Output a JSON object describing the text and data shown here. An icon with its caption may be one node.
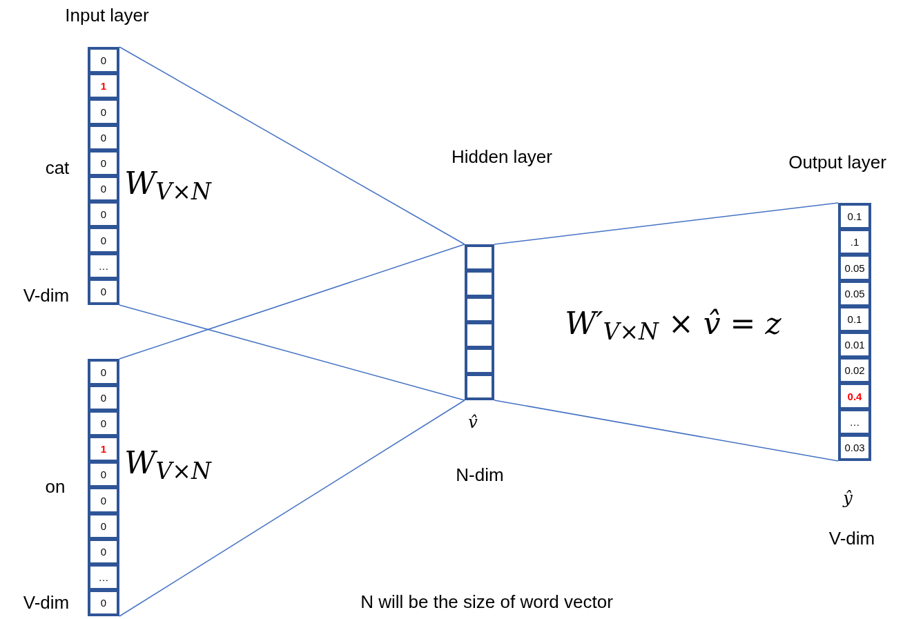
{
  "diagram": {
    "nodes": [
      {
        "text": [],
        "shape": "bar"
      },
      {
        "text": [
          "0"
        ],
        "in": 0
      },
      {
        "text": [
          "**1**"
        ],
        "in": 0
      },
      {
        "text": [
          "0"
        ],
        "in": 0
      },
      {
        "text": [
          "0"
        ],
        "in": 0
      },
      {
        "text": [
          "0"
        ],
        "in": 0
      },
      {
        "text": [
          "0"
        ],
        "in": 0
      },
      {
        "text": [
          "0"
        ],
        "in": 0
      },
      {
        "text": [
          "0"
        ],
        "in": 0
      },
      {
        "text": [
          "…"
        ],
        "in": 0
      },
      {
        "text": [
          "0"
        ],
        "in": 0
      },
      {
        "text": [],
        "shape": "bar"
      },
      {
        "text": [
          "0"
        ],
        "in": 11
      },
      {
        "text": [
          "0"
        ],
        "in": 11
      },
      {
        "text": [
          "0"
        ],
        "in": 11
      },
      {
        "text": [
          "**1**"
        ],
        "in": 11
      },
      {
        "text": [
          "0"
        ],
        "in": 11
      },
      {
        "text": [
          "0"
        ],
        "in": 11
      },
      {
        "text": [
          "0"
        ],
        "in": 11
      },
      {
        "text": [
          "0"
        ],
        "in": 11
      },
      {
        "text": [
          "…"
        ],
        "in": 11
      },
      {
        "text": [
          "0"
        ],
        "in": 11
      },
      {
        "text": [],
        "shape": "bar"
      },
      {
        "text": [],
        "shape": "box",
        "in": 22
      },
      {
        "text": [],
        "shape": "box",
        "in": 22
      },
      {
        "text": [],
        "shape": "box",
        "in": 22
      },
      {
        "text": [],
        "shape": "box",
        "in": 22
      },
      {
        "text": [],
        "shape": "box",
        "in": 22
      },
      {
        "text": [],
        "shape": "box",
        "in": 22
      },
      {
        "text": [],
        "shape": "bar"
      },
      {
        "text": [
          "0.1"
        ],
        "in": 29
      },
      {
        "text": [
          ".1"
        ],
        "in": 29
      },
      {
        "text": [
          "0.05"
        ],
        "in": 29
      },
      {
        "text": [
          "0.05"
        ],
        "in": 29
      },
      {
        "text": [
          "0.1"
        ],
        "in": 29
      },
      {
        "text": [
          "0.01"
        ],
        "in": 29
      },
      {
        "text": [
          "0.02"
        ],
        "in": 29
      },
      {
        "text": [
          "**0.4**"
        ],
        "in": 29
      },
      {
        "text": [
          "…"
        ],
        "in": 29
      },
      {
        "text": [
          "0.03"
        ],
        "in": 29
      }
    ],
    "edges": [
      {
        "from": 0,
        "to": 22,
        "arrow": "none"
      },
      {
        "from": 0,
        "to": 22,
        "arrow": "none"
      },
      {
        "from": 11,
        "to": 22,
        "arrow": "none"
      },
      {
        "from": 11,
        "to": 22,
        "arrow": "none"
      },
      {
        "from": 22,
        "to": 29,
        "arrow": "none"
      },
      {
        "from": 22,
        "to": 29,
        "arrow": "none"
      }
    ],
    "labels": [
      "Input layer",
      "cat",
      "V-dim",
      "W$_{V×N}$",
      "Hidden layer",
      "Output layer",
      "W′$_{V×N}$ × v̂ = z",
      "on",
      "V-dim",
      "W$_{V×N}$",
      "v̂",
      "N-dim",
      "ŷ",
      "V-dim",
      "N will be the size of word vector"
    ]
  }
}
